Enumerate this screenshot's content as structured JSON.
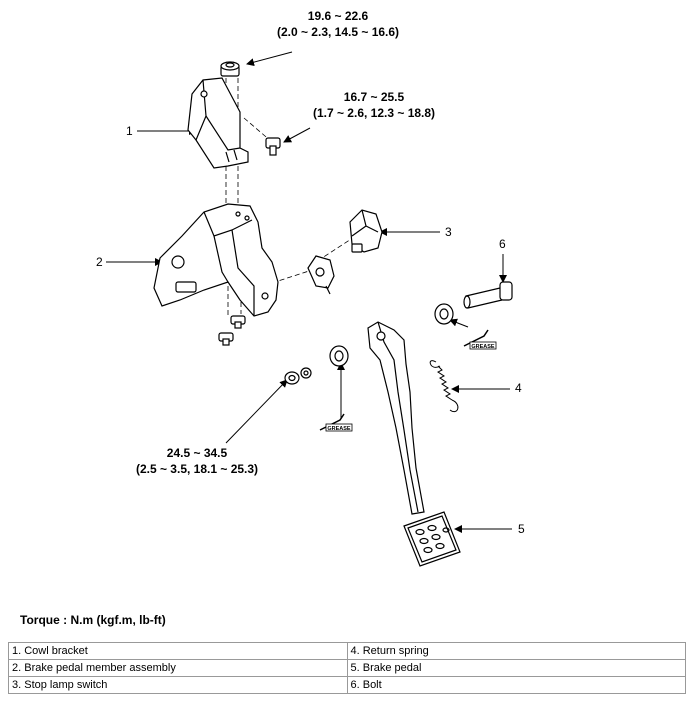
{
  "torque_specs": [
    {
      "nm": "19.6 ~ 22.6",
      "alt": "(2.0 ~ 2.3, 14.5 ~ 16.6)"
    },
    {
      "nm": "16.7 ~ 25.5",
      "alt": "(1.7 ~ 2.6, 12.3 ~ 18.8)"
    },
    {
      "nm": "24.5 ~ 34.5",
      "alt": "(2.5 ~ 3.5, 18.1 ~ 25.3)"
    }
  ],
  "callouts": [
    "1",
    "2",
    "3",
    "4",
    "5",
    "6"
  ],
  "grease_label": "GREASE",
  "torque_title": "Torque : N.m (kgf.m, lb-ft)",
  "legend": {
    "rows": [
      [
        "1. Cowl bracket",
        "4. Return spring"
      ],
      [
        "2. Brake pedal member assembly",
        "5. Brake pedal"
      ],
      [
        "3. Stop lamp switch",
        "6. Bolt"
      ]
    ]
  }
}
